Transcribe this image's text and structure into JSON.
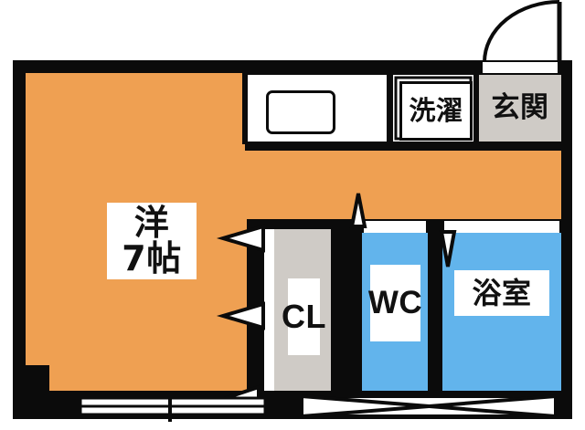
{
  "plan": {
    "title": "Apartment floor plan",
    "colors": {
      "wall": "#0b0b0b",
      "living_floor": "#efa052",
      "wet_room_floor": "#62b4ec",
      "entrance_floor": "#cfcbc6",
      "closet_floor": "#cfcbc6",
      "kitchen_floor": "#ffffff",
      "background": "#ffffff"
    },
    "rooms": [
      {
        "key": "main_room",
        "label": "洋\n7帖",
        "label_lines": [
          "洋",
          "7帖"
        ],
        "size_value": "7",
        "size_unit": "帖",
        "type": "洋",
        "floor_color": "#efa052"
      },
      {
        "key": "laundry",
        "label": "洗濯",
        "floor_color": "#ffffff"
      },
      {
        "key": "entrance",
        "label": "玄関",
        "floor_color": "#cfcbc6"
      },
      {
        "key": "closet",
        "label": "CL",
        "floor_color": "#cfcbc6"
      },
      {
        "key": "toilet",
        "label": "WC",
        "floor_color": "#62b4ec"
      },
      {
        "key": "bathroom",
        "label": "浴室",
        "floor_color": "#62b4ec"
      }
    ],
    "fixtures": [
      {
        "key": "kitchen_sink",
        "label": ""
      }
    ],
    "openings": [
      {
        "key": "entrance-door",
        "kind": "hinged-door-arc"
      },
      {
        "key": "closet-door-upper",
        "kind": "triangle-marker"
      },
      {
        "key": "closet-door-lower",
        "kind": "triangle-marker"
      },
      {
        "key": "main-room-door",
        "kind": "triangle-marker"
      },
      {
        "key": "toilet-door",
        "kind": "triangle-marker"
      },
      {
        "key": "bath-door",
        "kind": "triangle-marker"
      },
      {
        "key": "balcony-window",
        "kind": "sliding-window"
      },
      {
        "key": "bath-window",
        "kind": "cross-window"
      }
    ]
  }
}
